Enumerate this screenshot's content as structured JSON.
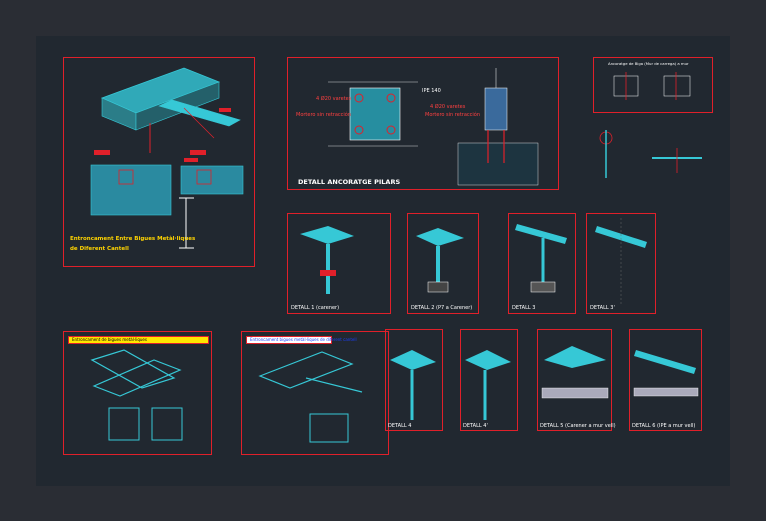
{
  "sheets": {
    "beam_junction": {
      "title_line1": "Entroncament Entre Bigues Metàl·liques",
      "title_line2": "de Diferent Cantell"
    },
    "anchorage": {
      "title": "DETALL ANCORATGE PILARS",
      "ipe_label": "IPE 140",
      "dims_1": "4 Ø20 varetes",
      "dims_2": "Mortero sin retracción",
      "dims_3": "4 Ø20 varetes",
      "dims_4": "Mortero sin retracción"
    },
    "top_right": {
      "title": "Ancoratge de Biga (Mur de carrega) a mur"
    },
    "details_row1": [
      "DETALL 1 (carener)",
      "DETALL 2 (P7 a Carener)",
      "DETALL 3",
      "DETALL 3'"
    ],
    "details_row2": [
      "DETALL 4",
      "DETALL 4'",
      "DETALL 5 (Carener a mur vell)",
      "DETALL 6 (IPE a mur vell)"
    ],
    "bottom_left_bar": "Entroncament de bigues metàl·liques",
    "bottom_mid_bar": "Entroncament bigues metàl·liques de diferent cantell"
  },
  "colors": {
    "background": "#2a2d34",
    "canvas": "#212830",
    "frame": "#e0202a",
    "steel": "#36c8d6",
    "text_yellow": "#ffd400"
  }
}
